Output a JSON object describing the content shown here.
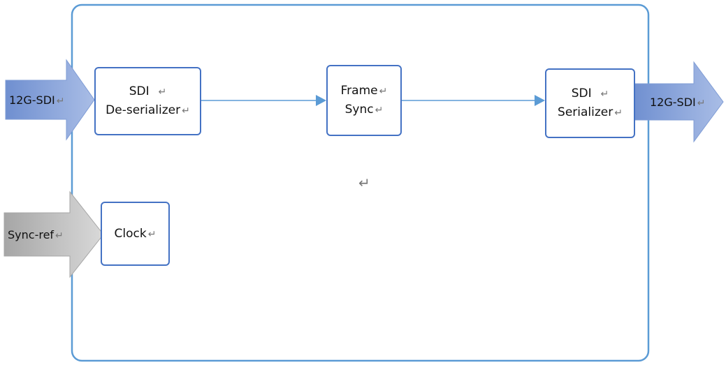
{
  "input_arrow": {
    "label": "12G-SDI"
  },
  "output_arrow": {
    "label": "12G-SDI"
  },
  "sync_arrow": {
    "label": "Sync-ref"
  },
  "deserializer": {
    "line1": "SDI",
    "line2": "De-serializer"
  },
  "frame_sync": {
    "line1": "Frame",
    "line2": "Sync"
  },
  "serializer": {
    "line1": "SDI",
    "line2": "Serializer"
  },
  "clock": {
    "label": "Clock"
  },
  "paragraph_mark": "↵",
  "colors": {
    "box_border": "#4472c4",
    "connector": "#5b9bd5",
    "sdi_arrow_fill": "#8eaadb",
    "sync_arrow_fill": "#c8c8c8"
  }
}
